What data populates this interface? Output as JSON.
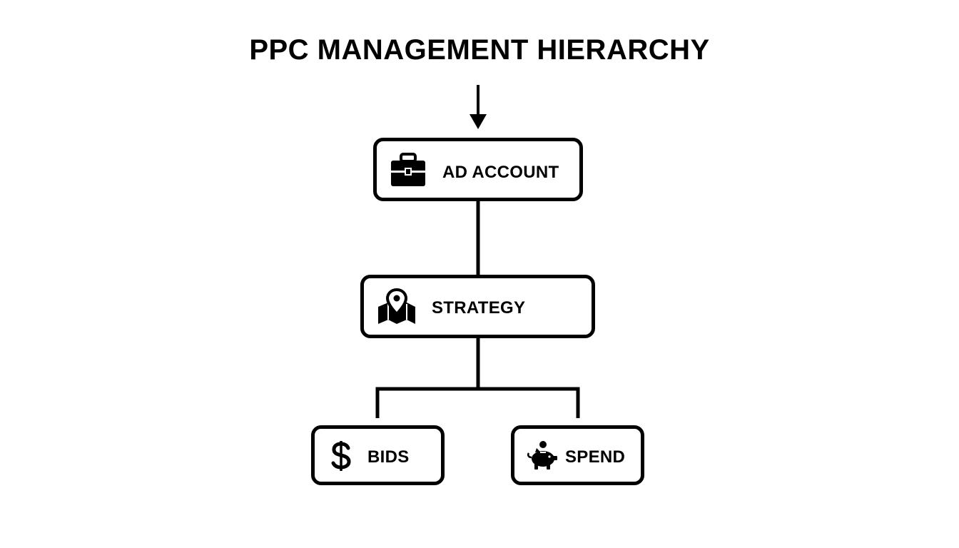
{
  "title": "PPC MANAGEMENT HIERARCHY",
  "nodes": {
    "ad_account": {
      "label": "AD ACCOUNT",
      "icon": "briefcase-icon"
    },
    "strategy": {
      "label": "STRATEGY",
      "icon": "map-pin-icon"
    },
    "bids": {
      "label": "BIDS",
      "icon": "dollar-sign-icon"
    },
    "spend": {
      "label": "SPEND",
      "icon": "piggy-bank-icon"
    }
  },
  "colors": {
    "stroke": "#000000",
    "background": "#ffffff"
  }
}
